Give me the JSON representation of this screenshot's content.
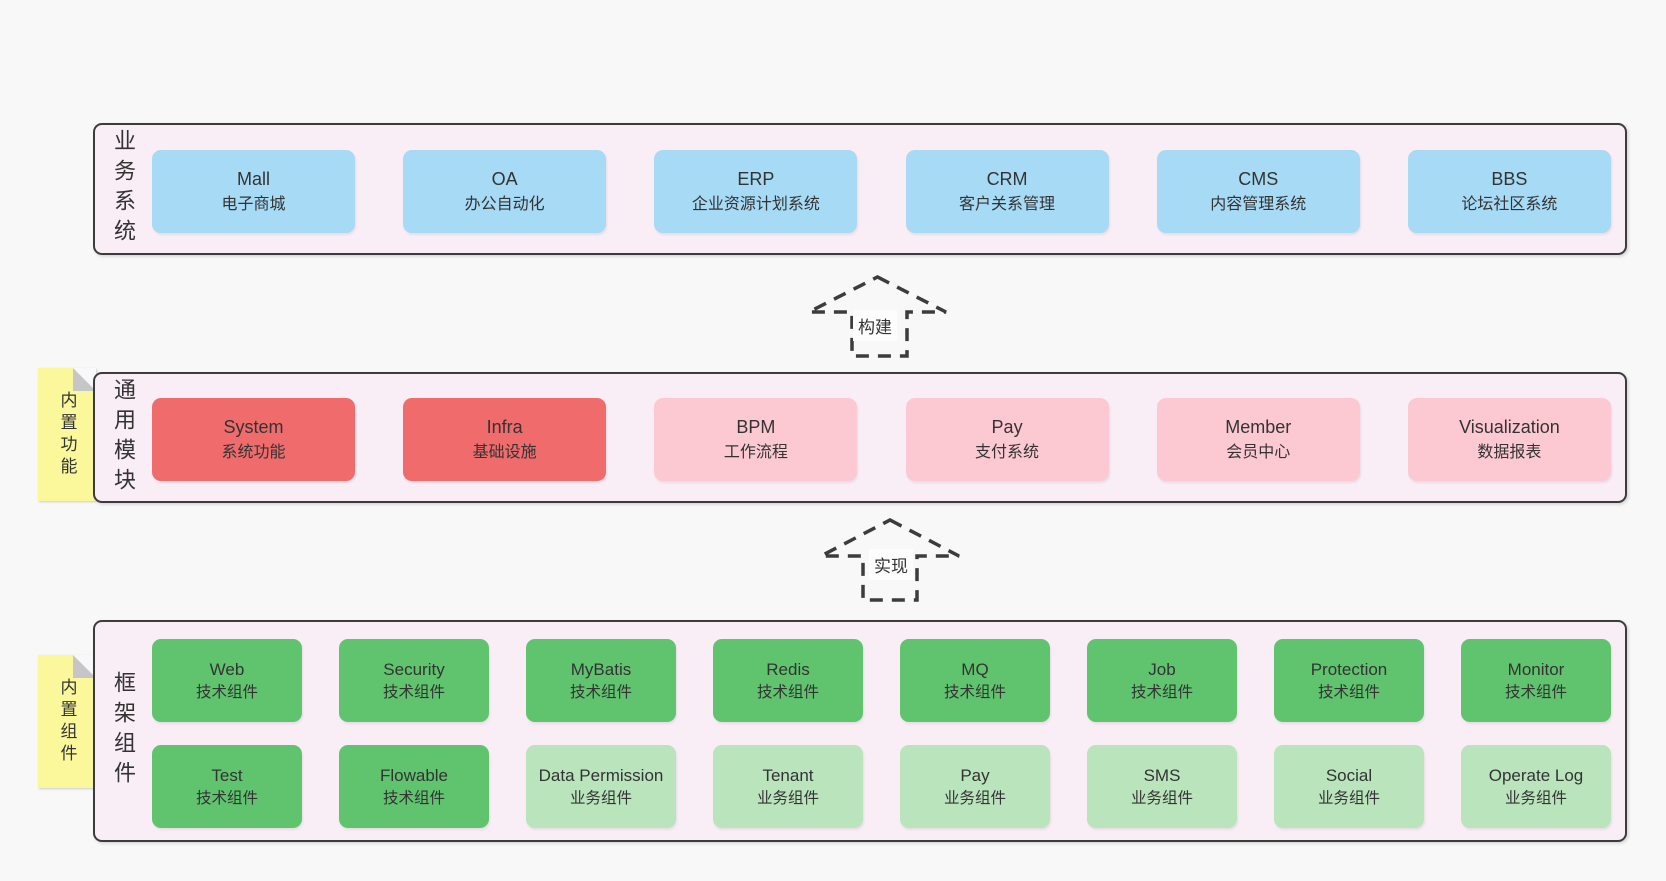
{
  "colors": {
    "page_bg": "#f8f8f8",
    "panel_bg": "#f9edf6",
    "panel_border": "#3c3c3c",
    "blue_box": "#a6daf5",
    "red_box": "#ef6b6c",
    "pink_box": "#fcc9d3",
    "green_box": "#60c46e",
    "light_green_box": "#b9e4bc",
    "tab_yellow": "#fbf89c",
    "fold_gray": "#c6c6c6",
    "text": "#333333"
  },
  "business_panel": {
    "label": "业务系统",
    "boxes": [
      {
        "title": "Mall",
        "subtitle": "电子商城"
      },
      {
        "title": "OA",
        "subtitle": "办公自动化"
      },
      {
        "title": "ERP",
        "subtitle": "企业资源计划系统"
      },
      {
        "title": "CRM",
        "subtitle": "客户关系管理"
      },
      {
        "title": "CMS",
        "subtitle": "内容管理系统"
      },
      {
        "title": "BBS",
        "subtitle": "论坛社区系统"
      }
    ]
  },
  "arrows": {
    "build": "构建",
    "implement": "实现"
  },
  "module_panel": {
    "tab": "内置功能",
    "label": "通用模块",
    "boxes": [
      {
        "title": "System",
        "subtitle": "系统功能"
      },
      {
        "title": "Infra",
        "subtitle": "基础设施"
      },
      {
        "title": "BPM",
        "subtitle": "工作流程"
      },
      {
        "title": "Pay",
        "subtitle": "支付系统"
      },
      {
        "title": "Member",
        "subtitle": "会员中心"
      },
      {
        "title": "Visualization",
        "subtitle": "数据报表"
      }
    ]
  },
  "component_panel": {
    "tab": "内置组件",
    "label": "框架组件",
    "row1": [
      {
        "title": "Web",
        "subtitle": "技术组件"
      },
      {
        "title": "Security",
        "subtitle": "技术组件"
      },
      {
        "title": "MyBatis",
        "subtitle": "技术组件"
      },
      {
        "title": "Redis",
        "subtitle": "技术组件"
      },
      {
        "title": "MQ",
        "subtitle": "技术组件"
      },
      {
        "title": "Job",
        "subtitle": "技术组件"
      },
      {
        "title": "Protection",
        "subtitle": "技术组件"
      },
      {
        "title": "Monitor",
        "subtitle": "技术组件"
      }
    ],
    "row2": [
      {
        "title": "Test",
        "subtitle": "技术组件"
      },
      {
        "title": "Flowable",
        "subtitle": "技术组件"
      },
      {
        "title": "Data Permission",
        "subtitle": "业务组件"
      },
      {
        "title": "Tenant",
        "subtitle": "业务组件"
      },
      {
        "title": "Pay",
        "subtitle": "业务组件"
      },
      {
        "title": "SMS",
        "subtitle": "业务组件"
      },
      {
        "title": "Social",
        "subtitle": "业务组件"
      },
      {
        "title": "Operate Log",
        "subtitle": "业务组件"
      }
    ]
  }
}
